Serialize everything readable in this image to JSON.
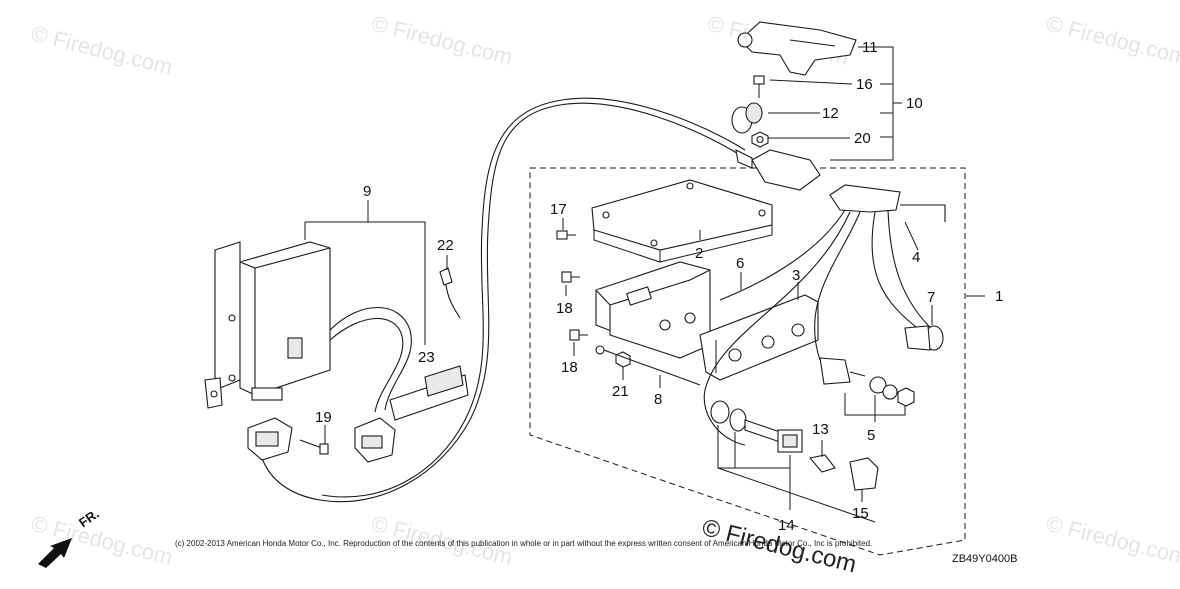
{
  "callouts": {
    "c1": "1",
    "c2": "2",
    "c3": "3",
    "c4": "4",
    "c5": "5",
    "c6": "6",
    "c7": "7",
    "c8": "8",
    "c9": "9",
    "c10": "10",
    "c11": "11",
    "c12": "12",
    "c13": "13",
    "c14": "14",
    "c15": "15",
    "c16": "16",
    "c17": "17",
    "c18a": "18",
    "c18b": "18",
    "c19": "19",
    "c20": "20",
    "c21": "21",
    "c22": "22",
    "c23": "23"
  },
  "footer": {
    "copyright": "(c) 2002-2013 American Honda Motor Co., Inc. Reproduction of the contents of this publication in whole or in part without the express written consent of American Honda Motor Co., Inc is prohibited.",
    "diagram_code": "ZB49Y0400B",
    "direction_label": "FR.",
    "watermark_main": "© Firedog.com",
    "watermark_faint": "© Firedog.com"
  },
  "colors": {
    "line": "#1a1a1a",
    "watermark": "#cfcfcf",
    "background": "#ffffff"
  }
}
